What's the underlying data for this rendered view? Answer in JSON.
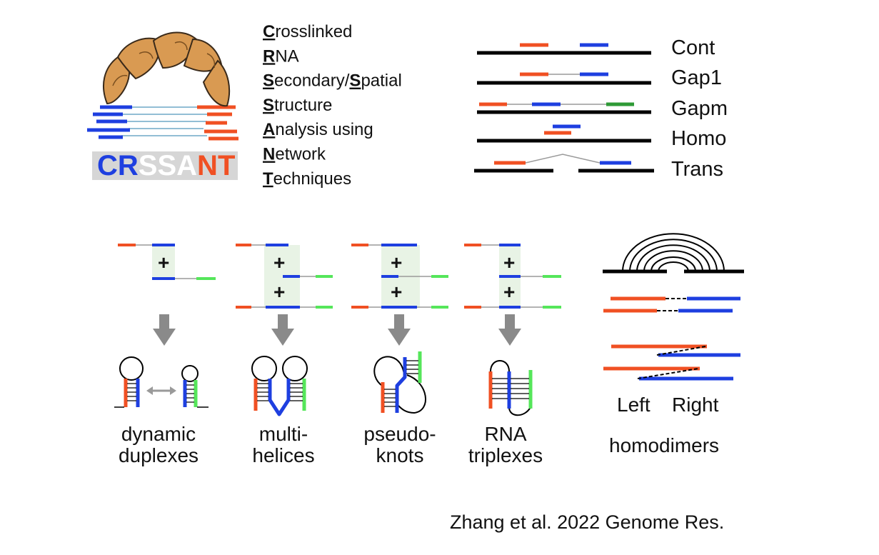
{
  "colors": {
    "red": "#f05023",
    "blue": "#1e3fe0",
    "green": "#55e65a",
    "black": "#000000",
    "gray": "#9a9a9a",
    "arrow": "#8a8a8a",
    "highlight": "#e8f3e5",
    "croissant": "#d99a52",
    "logo_bg": "#d6d6d6"
  },
  "logo": {
    "letters": [
      {
        "char": "C",
        "color": "#1e3fe0"
      },
      {
        "char": "R",
        "color": "#1e3fe0"
      },
      {
        "char": "S",
        "color": "#ffffff"
      },
      {
        "char": "S",
        "color": "#ffffff"
      },
      {
        "char": "A",
        "color": "#ffffff"
      },
      {
        "char": "N",
        "color": "#f05023"
      },
      {
        "char": "T",
        "color": "#f05023"
      }
    ]
  },
  "acronym": [
    {
      "parts": [
        {
          "text": "C",
          "u": true
        },
        {
          "text": "rosslinked",
          "u": false
        }
      ]
    },
    {
      "parts": [
        {
          "text": "R",
          "u": true
        },
        {
          "text": "NA",
          "u": false
        }
      ]
    },
    {
      "parts": [
        {
          "text": "S",
          "u": true
        },
        {
          "text": "econdary/",
          "u": false
        },
        {
          "text": "S",
          "u": true
        },
        {
          "text": "patial",
          "u": false
        }
      ]
    },
    {
      "parts": [
        {
          "text": "S",
          "u": true
        },
        {
          "text": "tructure",
          "u": false
        }
      ]
    },
    {
      "parts": [
        {
          "text": "A",
          "u": true
        },
        {
          "text": "nalysis using",
          "u": false
        }
      ]
    },
    {
      "parts": [
        {
          "text": "N",
          "u": true
        },
        {
          "text": "etwork",
          "u": false
        }
      ]
    },
    {
      "parts": [
        {
          "text": "T",
          "u": true
        },
        {
          "text": "echniques",
          "u": false
        }
      ]
    }
  ],
  "alignment_types": [
    "Cont",
    "Gap1",
    "Gapm",
    "Homo",
    "Trans"
  ],
  "structures": [
    {
      "line1": "dynamic",
      "line2": "duplexes"
    },
    {
      "line1": "multi-",
      "line2": "helices"
    },
    {
      "line1": "pseudo-",
      "line2": "knots"
    },
    {
      "line1": "RNA",
      "line2": "triplexes"
    }
  ],
  "plus_sign": "+",
  "homodimer": {
    "left_label": "Left",
    "right_label": "Right",
    "title": "homodimers"
  },
  "citation": "Zhang et al. 2022 Genome Res."
}
